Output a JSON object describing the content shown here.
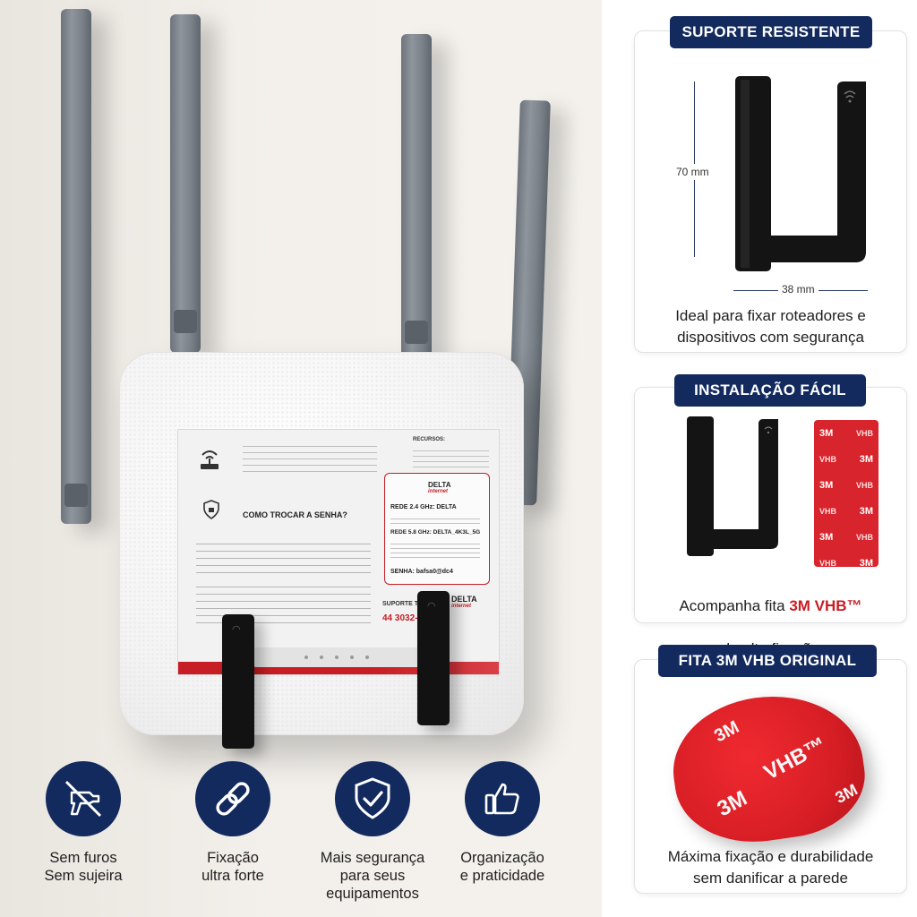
{
  "features": [
    {
      "icon": "no-drill-icon",
      "caption": "Sem furos\nSem sujeira"
    },
    {
      "icon": "chain-link-icon",
      "caption": "Fixação\nultra forte"
    },
    {
      "icon": "shield-check-icon",
      "caption": "Mais segurança\npara seus\nequipamentos"
    },
    {
      "icon": "thumbs-up-icon",
      "caption": "Organização\ne praticidade"
    }
  ],
  "panels": {
    "resistente": {
      "badge": "SUPORTE RESISTENTE",
      "height_label": "70 mm",
      "width_label": "38 mm",
      "caption": "Ideal para fixar roteadores e\ndispositivos com segurança"
    },
    "instalacao": {
      "badge": "INSTALAÇÃO FÁCIL",
      "caption_prefix": "Acompanha fita ",
      "caption_accent": "3M VHB™",
      "caption_suffix": "de alta fixação",
      "tape_brand": "3M",
      "tape_product": "VHB"
    },
    "fita": {
      "badge": "FITA 3M VHB ORIGINAL",
      "caption": "Máxima fixação e durabilidade\nsem danificar a parede",
      "disc_brand": "3M",
      "disc_product": "VHB™"
    }
  },
  "router_label": {
    "heading": "COMO TROCAR A SENHA?",
    "network_24": "REDE 2.4 GHz: DELTA",
    "network_58": "REDE 5.8 GHz: DELTA_4K3L_5G",
    "password": "SENHA: bafsa0@dc4",
    "support": "SUPORTE TÉC",
    "phone": "44 3032-",
    "brand": "DELTA",
    "brand_sub": "internet",
    "resources": "RECURSOS:"
  },
  "colors": {
    "navy": "#132a5e",
    "accent_red": "#c71d24"
  }
}
